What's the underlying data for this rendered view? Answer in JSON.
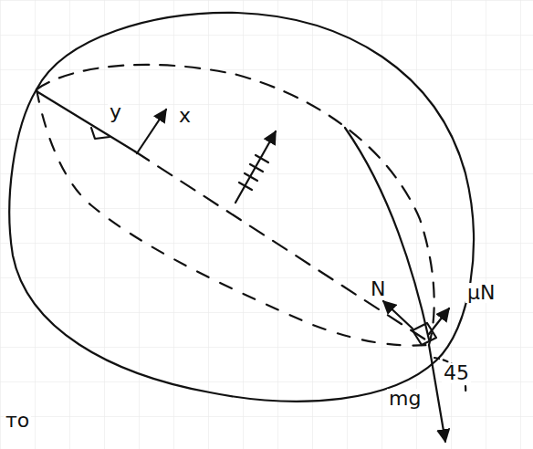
{
  "diagram": {
    "labels": [
      "y",
      "x",
      "N",
      "μN",
      "mg",
      "45",
      "то"
    ]
  }
}
